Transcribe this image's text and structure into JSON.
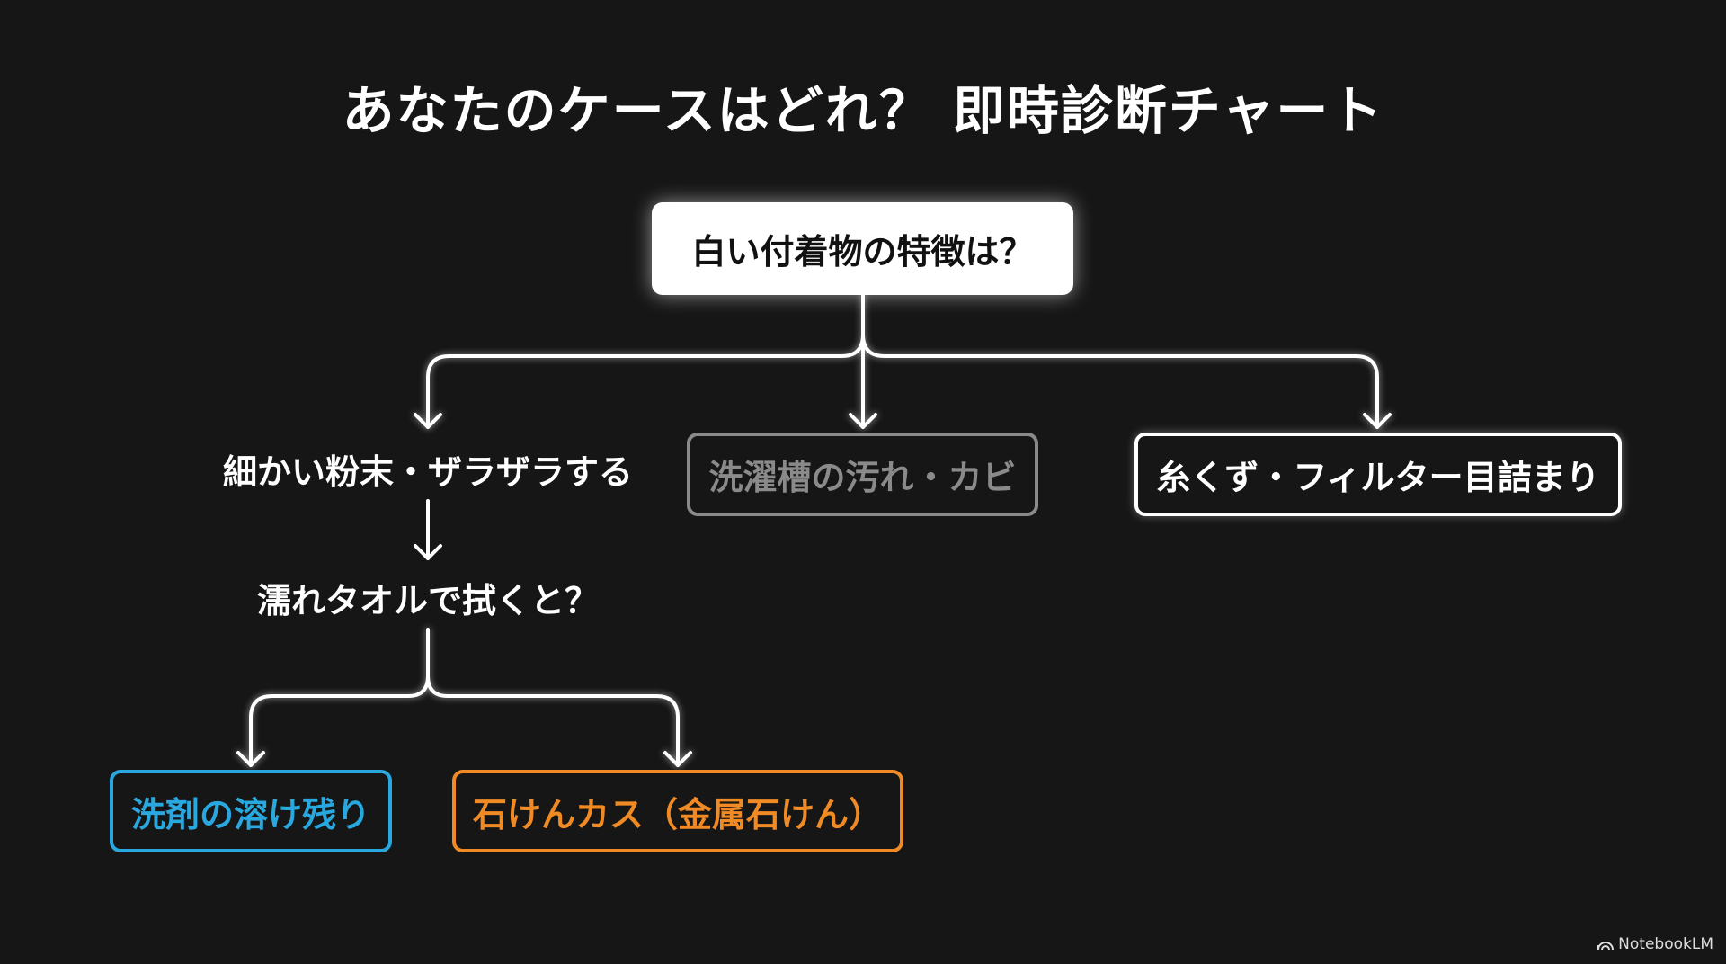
{
  "title": "あなたのケースはどれ？ 即時診断チャート",
  "root_question": "白い付着物の特徴は？",
  "branches": {
    "powder": "細かい粉末・ザラザラする",
    "tub_dirt": "洗濯槽の汚れ・カビ",
    "lint": "糸くず・フィルター目詰まり"
  },
  "sub_question": "濡れタオルで拭くと？",
  "results": {
    "detergent": "洗剤の溶け残り",
    "soap_scum": "石けんカス（金属石けん）"
  },
  "colors": {
    "blue": "#29a8e0",
    "orange": "#f08a24",
    "gray": "#8a8a8a"
  },
  "branding": "NotebookLM"
}
